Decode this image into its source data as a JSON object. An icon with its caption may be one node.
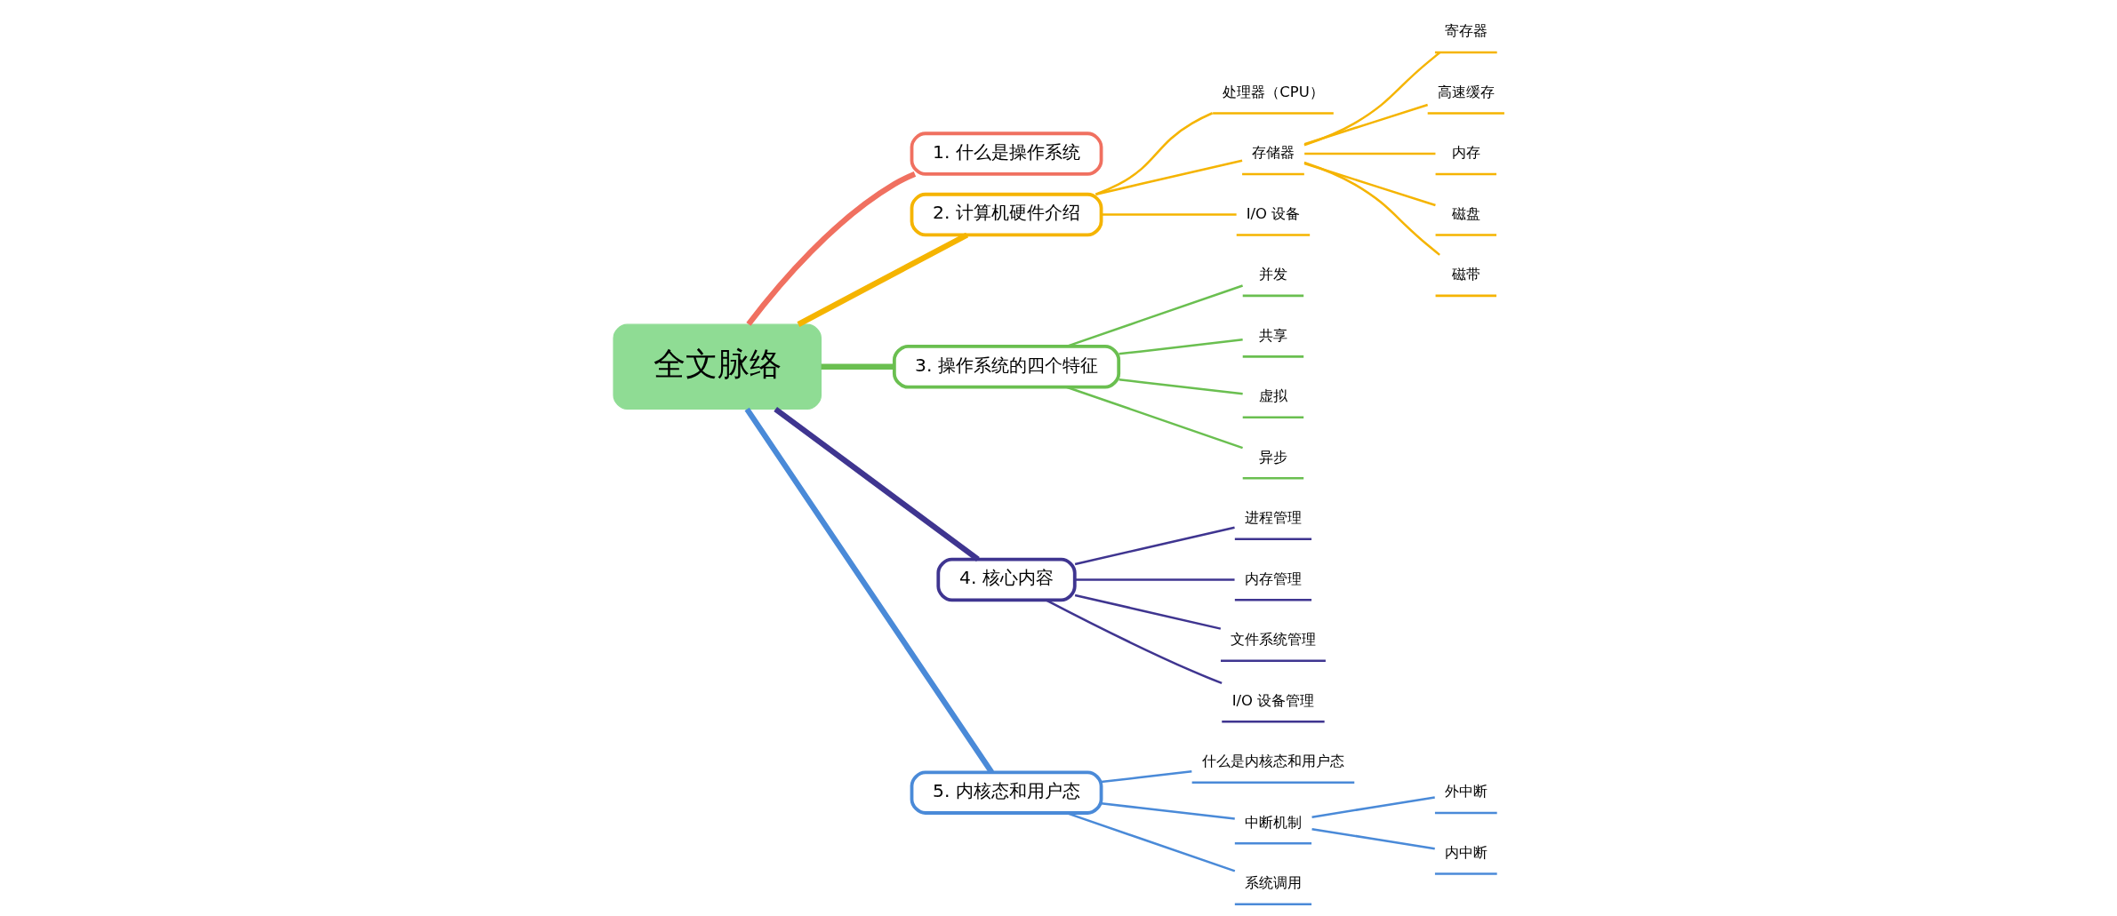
{
  "diagram": {
    "nodes": [
      {
        "text": [
          "全文脉络"
        ]
      },
      {
        "text": [
          "1. 什么是操作系统"
        ]
      },
      {
        "text": [
          "2. 计算机硬件介绍"
        ]
      },
      {
        "text": [
          "处理器（CPU）"
        ]
      },
      {
        "text": [
          "存储器"
        ]
      },
      {
        "text": [
          "寄存器"
        ]
      },
      {
        "text": [
          "高速缓存"
        ]
      },
      {
        "text": [
          "内存"
        ]
      },
      {
        "text": [
          "磁盘"
        ]
      },
      {
        "text": [
          "磁带"
        ]
      },
      {
        "text": [
          "I/O 设备"
        ]
      },
      {
        "text": [
          "3. 操作系统的四个特征"
        ]
      },
      {
        "text": [
          "并发"
        ]
      },
      {
        "text": [
          "共享"
        ]
      },
      {
        "text": [
          "虚拟"
        ]
      },
      {
        "text": [
          "异步"
        ]
      },
      {
        "text": [
          "4. 核心内容"
        ]
      },
      {
        "text": [
          "进程管理"
        ]
      },
      {
        "text": [
          "内存管理"
        ]
      },
      {
        "text": [
          "文件系统管理"
        ]
      },
      {
        "text": [
          "I/O 设备管理"
        ]
      },
      {
        "text": [
          "5. 内核态和用户态"
        ]
      },
      {
        "text": [
          "什么是内核态和用户态"
        ]
      },
      {
        "text": [
          "中断机制"
        ]
      },
      {
        "text": [
          "外中断"
        ]
      },
      {
        "text": [
          "内中断"
        ]
      },
      {
        "text": [
          "系统调用"
        ]
      }
    ],
    "edges": [
      {
        "from": 0,
        "to": 1,
        "arrow": "none",
        "style": "thick",
        "color": "#f07060"
      },
      {
        "from": 0,
        "to": 2,
        "arrow": "none",
        "style": "thick",
        "color": "#f5b400"
      },
      {
        "from": 2,
        "to": 3,
        "arrow": "none",
        "color": "#f5b400"
      },
      {
        "from": 2,
        "to": 4,
        "arrow": "none",
        "color": "#f5b400"
      },
      {
        "from": 4,
        "to": 5,
        "arrow": "none",
        "color": "#f5b400"
      },
      {
        "from": 4,
        "to": 6,
        "arrow": "none",
        "color": "#f5b400"
      },
      {
        "from": 4,
        "to": 7,
        "arrow": "none",
        "color": "#f5b400"
      },
      {
        "from": 4,
        "to": 8,
        "arrow": "none",
        "color": "#f5b400"
      },
      {
        "from": 4,
        "to": 9,
        "arrow": "none",
        "color": "#f5b400"
      },
      {
        "from": 2,
        "to": 10,
        "arrow": "none",
        "color": "#f5b400"
      },
      {
        "from": 0,
        "to": 11,
        "arrow": "none",
        "style": "thick",
        "color": "#6abf50"
      },
      {
        "from": 11,
        "to": 12,
        "arrow": "none",
        "color": "#6abf50"
      },
      {
        "from": 11,
        "to": 13,
        "arrow": "none",
        "color": "#6abf50"
      },
      {
        "from": 11,
        "to": 14,
        "arrow": "none",
        "color": "#6abf50"
      },
      {
        "from": 11,
        "to": 15,
        "arrow": "none",
        "color": "#6abf50"
      },
      {
        "from": 0,
        "to": 16,
        "arrow": "none",
        "style": "thick",
        "color": "#3f3590"
      },
      {
        "from": 16,
        "to": 17,
        "arrow": "none",
        "color": "#3f3590"
      },
      {
        "from": 16,
        "to": 18,
        "arrow": "none",
        "color": "#3f3590"
      },
      {
        "from": 16,
        "to": 19,
        "arrow": "none",
        "color": "#3f3590"
      },
      {
        "from": 16,
        "to": 20,
        "arrow": "none",
        "color": "#3f3590"
      },
      {
        "from": 0,
        "to": 21,
        "arrow": "none",
        "style": "thick",
        "color": "#4a8ad8"
      },
      {
        "from": 21,
        "to": 22,
        "arrow": "none",
        "color": "#4a8ad8"
      },
      {
        "from": 21,
        "to": 23,
        "arrow": "none",
        "color": "#4a8ad8"
      },
      {
        "from": 23,
        "to": 24,
        "arrow": "none",
        "color": "#4a8ad8"
      },
      {
        "from": 23,
        "to": 25,
        "arrow": "none",
        "color": "#4a8ad8"
      },
      {
        "from": 21,
        "to": 26,
        "arrow": "none",
        "color": "#4a8ad8"
      }
    ]
  }
}
